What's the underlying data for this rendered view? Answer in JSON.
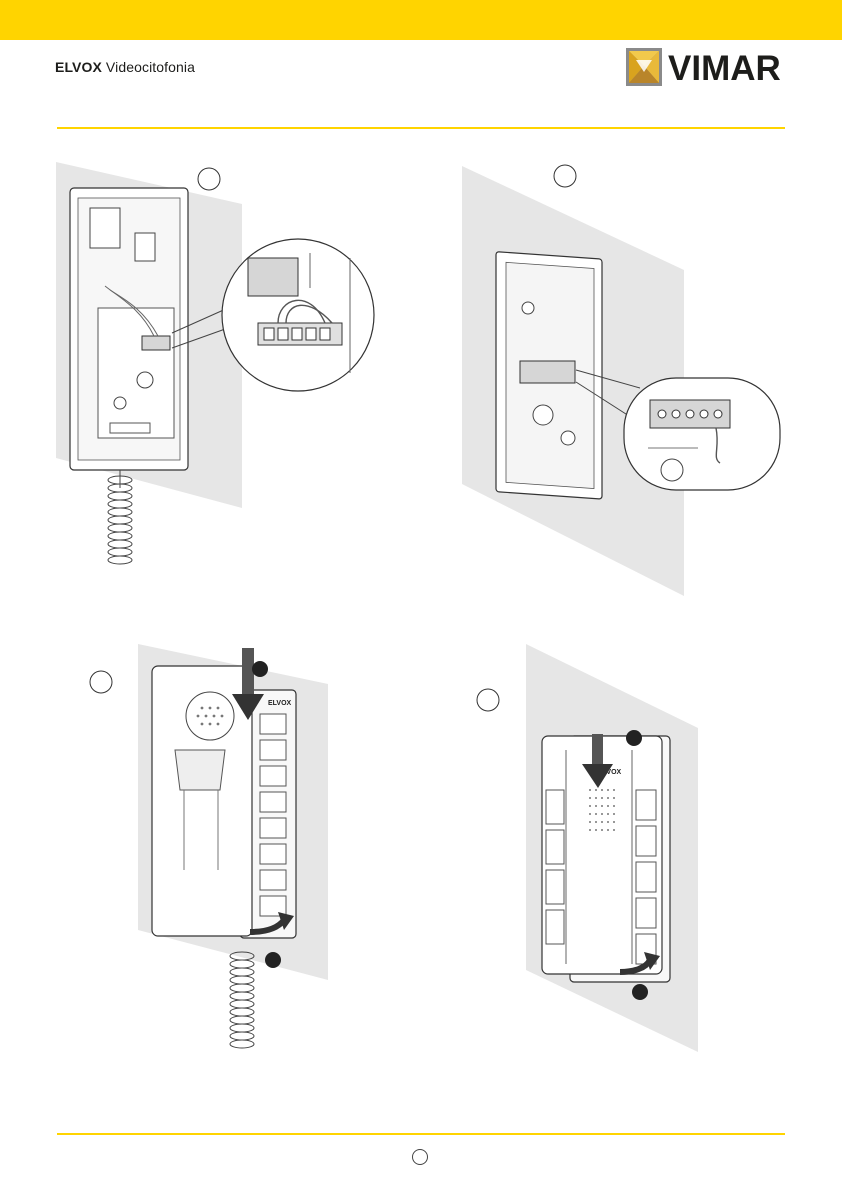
{
  "header": {
    "brand_bold": "ELVOX",
    "brand_light": "Videocitofonia",
    "logo_text": "VIMAR",
    "colors": {
      "accent": "#ffd400",
      "text": "#1d1d1b",
      "wall": "#e6e6e6"
    }
  },
  "figures": [
    {
      "id": "wiring-handset"
    },
    {
      "id": "wiring-handsfree"
    },
    {
      "id": "closing-handset"
    },
    {
      "id": "closing-handsfree"
    }
  ],
  "device_brand": "ELVOX"
}
